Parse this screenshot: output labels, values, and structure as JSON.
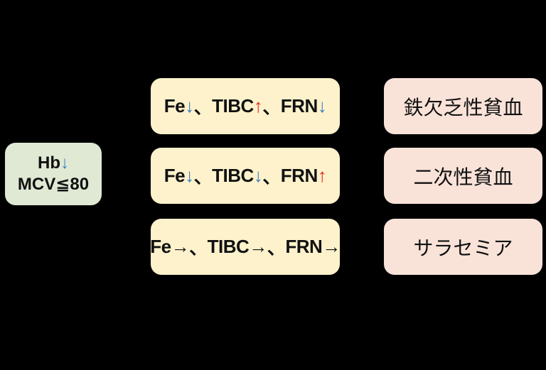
{
  "colors": {
    "background": "#000000",
    "start_node_fill": "#dfe9d4",
    "lab_node_fill": "#fdf2cc",
    "result_node_fill": "#f9e3d9",
    "arrow_down_blue": "#3a7cc4",
    "arrow_up_red": "#e7231d",
    "text": "#111111"
  },
  "start_box": {
    "line1": [
      {
        "text": "Hb"
      },
      {
        "text": "↓",
        "color": "#3a7cc4",
        "meaning": "decreased"
      }
    ],
    "line2": "MCV≦80"
  },
  "rows": [
    {
      "lab": [
        {
          "text": "Fe"
        },
        {
          "text": "↓",
          "color": "#3a7cc4",
          "meaning": "decreased"
        },
        {
          "text": "、"
        },
        {
          "text": "TIBC"
        },
        {
          "text": "↑",
          "color": "#e7231d",
          "meaning": "increased"
        },
        {
          "text": "、"
        },
        {
          "text": "FRN"
        },
        {
          "text": "↓",
          "color": "#3a7cc4",
          "meaning": "decreased"
        }
      ],
      "result": "鉄欠乏性貧血"
    },
    {
      "lab": [
        {
          "text": "Fe"
        },
        {
          "text": "↓",
          "color": "#3a7cc4",
          "meaning": "decreased"
        },
        {
          "text": "、"
        },
        {
          "text": "TIBC"
        },
        {
          "text": "↓",
          "color": "#3a7cc4",
          "meaning": "decreased"
        },
        {
          "text": "、"
        },
        {
          "text": "FRN"
        },
        {
          "text": "↑",
          "color": "#e7231d",
          "meaning": "increased"
        }
      ],
      "result": "二次性貧血"
    },
    {
      "lab": [
        {
          "text": "Fe"
        },
        {
          "text": "→",
          "meaning": "normal"
        },
        {
          "text": "、"
        },
        {
          "text": "TIBC"
        },
        {
          "text": "→",
          "meaning": "normal"
        },
        {
          "text": "、"
        },
        {
          "text": "FRN"
        },
        {
          "text": "→",
          "meaning": "normal"
        }
      ],
      "result": "サラセミア"
    }
  ]
}
